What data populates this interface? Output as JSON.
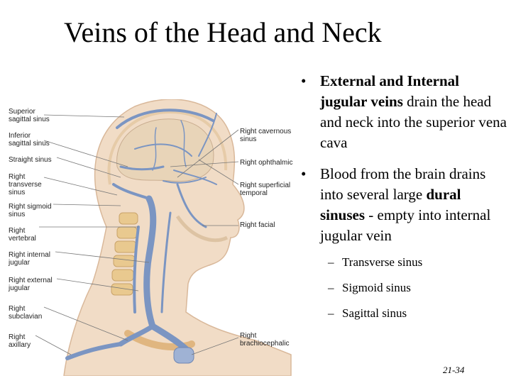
{
  "slide": {
    "title": "Veins of the Head and Neck",
    "page_number": "21-34"
  },
  "bullets": [
    {
      "bold": "External and Internal jugular veins",
      "text": " drain the head and neck into the superior vena cava"
    },
    {
      "pre": "Blood from the brain drains into several large ",
      "bold": "dural sinuses",
      "post": " - empty into internal jugular vein"
    }
  ],
  "sub_bullets": [
    "Transverse sinus",
    "Sigmoid sinus",
    "Sagittal sinus"
  ],
  "figure": {
    "left_labels": [
      "Superior\nsagittal sinus",
      "Inferior\nsagittal sinus",
      "Straight sinus",
      "Right\ntransverse\nsinus",
      "Right sigmoid\nsinus",
      "Right\nvertebral",
      "Right internal\njugular",
      "Right external\njugular",
      "Right\nsubclavian",
      "Right\naxillary"
    ],
    "right_labels": [
      "Right cavernous\nsinus",
      "Right ophthalmic",
      "Right superficial\ntemporal",
      "Right facial",
      "Right\nbrachiocephalic"
    ]
  }
}
